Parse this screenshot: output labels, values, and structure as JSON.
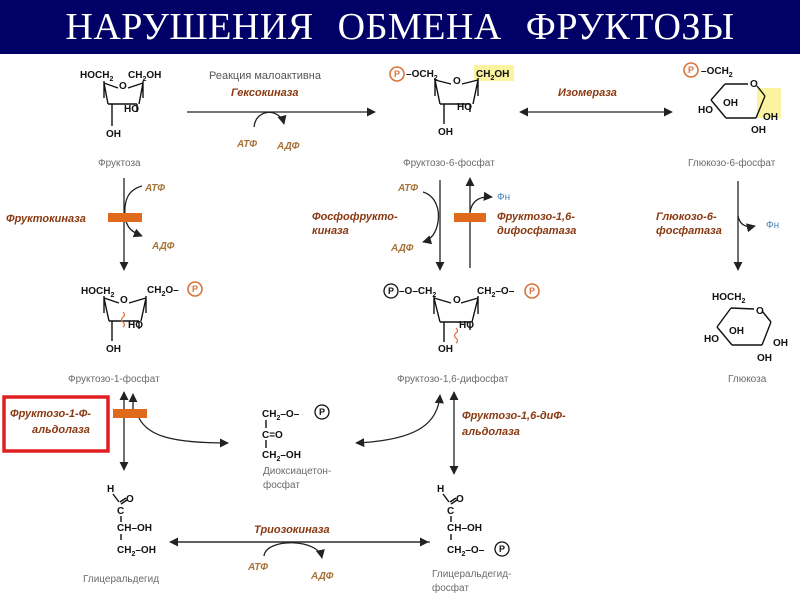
{
  "title": "НАРУШЕНИЯ  ОБМЕНА  ФРУКТОЗЫ",
  "colors": {
    "title_bg": "#000066",
    "enzyme_text": "#8a3a12",
    "cofactor_text": "#a8743a",
    "block_bar": "#e06a1c",
    "phosphate_text": "#4a86b4",
    "highlight_box": "#e02020",
    "highlight_group": "#fbf3a0"
  },
  "compounds": {
    "fructose": "Фруктоза",
    "fructose_6_phosphate": "Фруктозо-6-фосфат",
    "glucose_6_phosphate": "Глюкозо-6-фосфат",
    "fructose_1_phosphate": "Фруктозо-1-фосфат",
    "fructose_1_6_diphosphate": "Фруктозо-1,6-дифосфат",
    "glucose": "Глюкоза",
    "dihydroxyacetone_phosphate": [
      "Диоксиацетон-",
      "фосфат"
    ],
    "glyceraldehyde": "Глицеральдегид",
    "glyceraldehyde_phosphate": [
      "Глицеральдегид-",
      "фосфат"
    ]
  },
  "enzymes": {
    "hexokinase": "Гексокиназа",
    "hexokinase_note": "Реакция малоактивна",
    "isomerase": "Изомераза",
    "fructokinase": "Фруктокиназа",
    "phosphofructokinase": [
      "Фосфофрукто-",
      "киназа"
    ],
    "fructose_1_6_diphosphatase": [
      "Фруктозо-1,6-",
      "дифосфатаза"
    ],
    "glucose_6_phosphatase": [
      "Глюкозо-6-",
      "фосфатаза"
    ],
    "fructose_1_p_aldolase": [
      "Фруктозо-1-Ф-",
      "альдолаза"
    ],
    "fructose_1_6_dip_aldolase": [
      "Фруктозо-1,6-диФ-",
      "альдолаза"
    ],
    "triokinase": "Триозокиназа"
  },
  "cofactors": {
    "atp": "АТФ",
    "adp": "АДФ",
    "pi": "Фн"
  },
  "chem": {
    "hoch2": "HOCH",
    "ch2oh": "CH",
    "oh": "OH",
    "ho": "HO",
    "o": "O",
    "och2": "OCH",
    "p": "P",
    "sub2": "2",
    "ch2o": "CH",
    "dash_o_dash": "–O–",
    "c_eq_o": "C=O",
    "ch_oh": "CH–OH",
    "ch2_oh_tail": "–OH",
    "h": "H",
    "c": "C"
  }
}
